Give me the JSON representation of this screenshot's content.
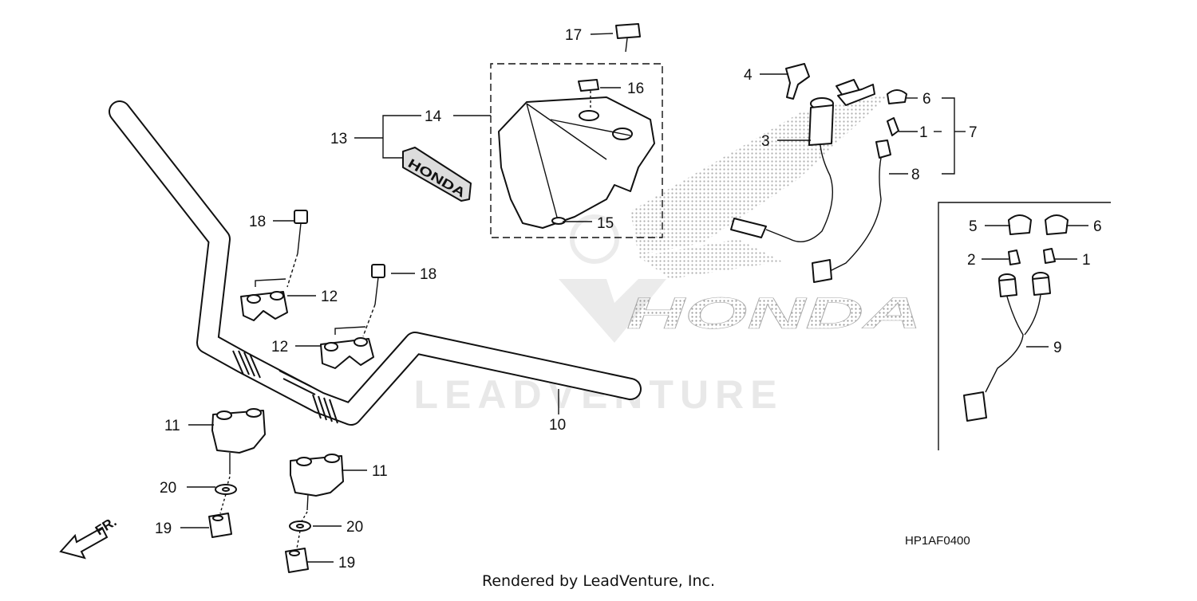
{
  "diagram": {
    "code": "HP1AF0400",
    "credit": "Rendered by LeadVenture, Inc.",
    "watermark": "LEADVENTURE",
    "logo_text": "HONDA",
    "plate_text": "HONDA",
    "direction_label": "FR.",
    "callouts": {
      "c1a": "1",
      "c1b": "1",
      "c2": "2",
      "c3": "3",
      "c4": "4",
      "c5": "5",
      "c6a": "6",
      "c6b": "6",
      "c7": "7",
      "c8": "8",
      "c9": "9",
      "c10": "10",
      "c11a": "11",
      "c11b": "11",
      "c12a": "12",
      "c12b": "12",
      "c13": "13",
      "c14": "14",
      "c15": "15",
      "c16": "16",
      "c17": "17",
      "c18a": "18",
      "c18b": "18",
      "c19a": "19",
      "c19b": "19",
      "c20a": "20",
      "c20b": "20"
    }
  }
}
